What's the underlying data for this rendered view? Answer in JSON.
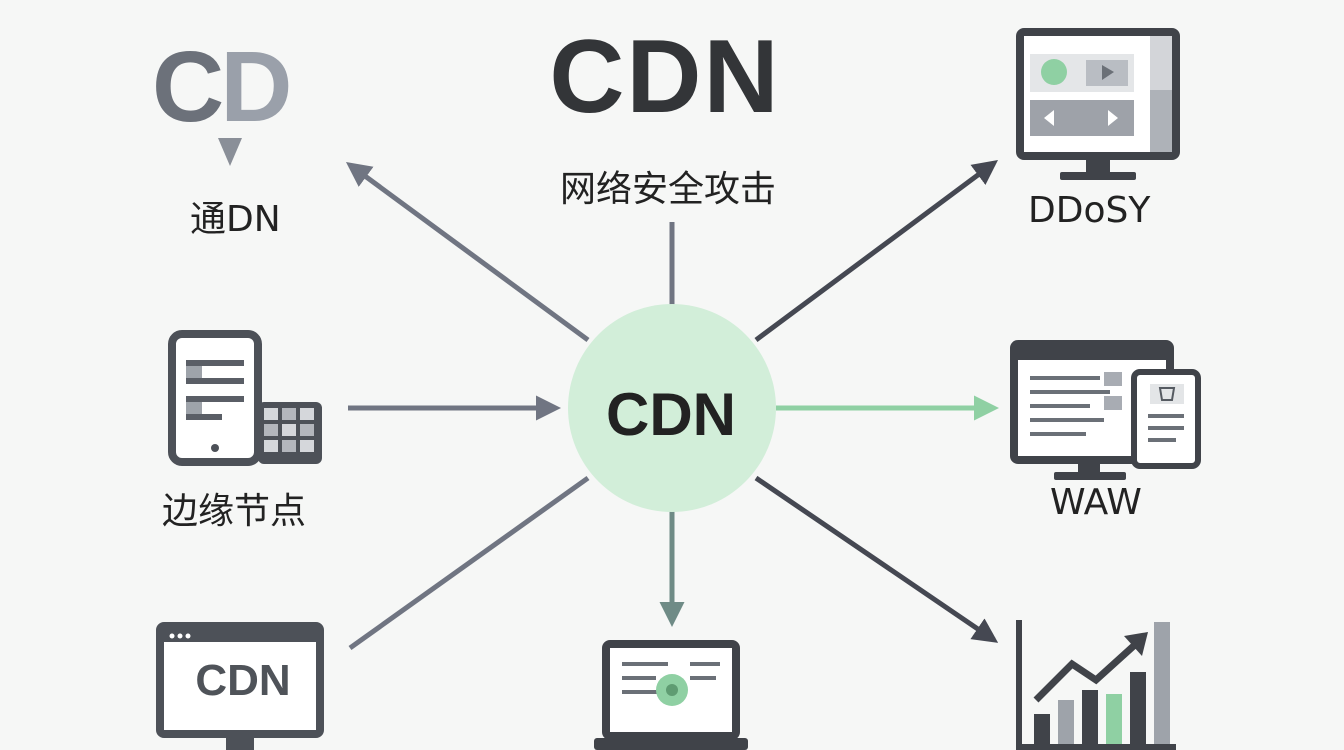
{
  "diagram": {
    "title": "CDN",
    "subtitle": "网络安全攻击",
    "center": "CDN",
    "top_left_logo": {
      "left": "C",
      "right": "D"
    },
    "labels": {
      "top_left": "通DN",
      "top_right": "DDoSY",
      "mid_left": "边缘节点",
      "mid_right": "WAW"
    },
    "bottom_left_screen": "CDN"
  },
  "colors": {
    "dark": "#404349",
    "arrow": "#6b6f7a",
    "green": "#8fd0a3",
    "center_fill": "#d2eed9",
    "icon_gray": "#4d5158"
  },
  "icons": [
    "chevron-down-icon",
    "monitor-icon",
    "phone-icon",
    "laptop-icon",
    "bar-chart-icon"
  ]
}
